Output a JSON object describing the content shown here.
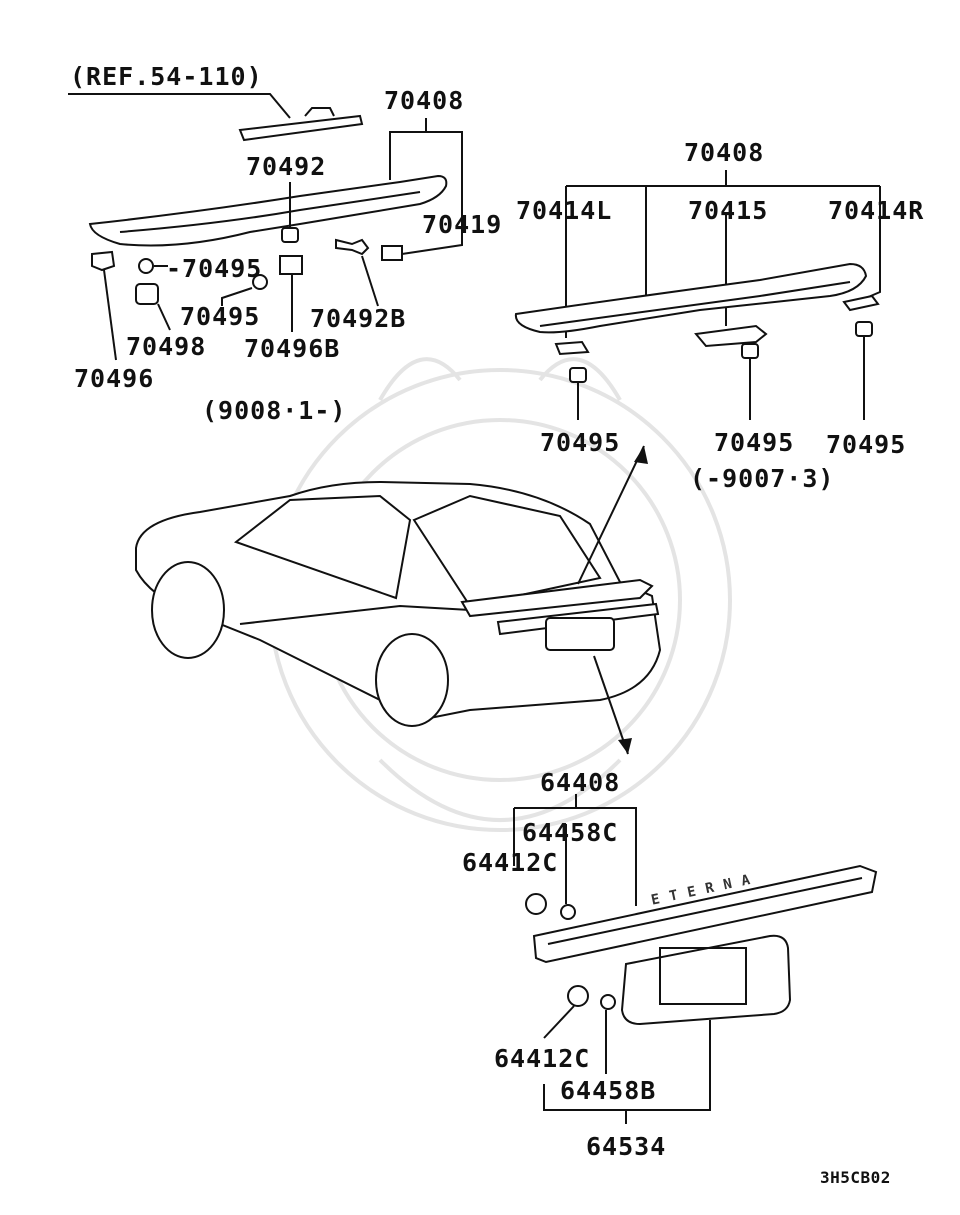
{
  "diagram": {
    "code": "3H5CB02",
    "ref_label": "(REF.54-110)",
    "notes": {
      "left_date": "(9008·1-)",
      "right_date": "(-9007·3)"
    },
    "left_spoiler": {
      "assembly": "70408",
      "parts": {
        "p70492": "70492",
        "p70419": "70419",
        "p70495_a": "-70495",
        "p70495_b": "70495",
        "p70492B": "70492B",
        "p70498": "70498",
        "p70496B": "70496B",
        "p70496": "70496"
      }
    },
    "right_spoiler": {
      "assembly": "70408",
      "parts": {
        "p70414L": "70414L",
        "p70415": "70415",
        "p70414R": "70414R",
        "p70495_1": "70495",
        "p70495_2": "70495",
        "p70495_3": "70495"
      }
    },
    "garnish": {
      "assembly": "64408",
      "emblem_text": "ETERNA",
      "parts": {
        "p64458C": "64458C",
        "p64412C_top": "64412C",
        "p64412C_bottom": "64412C",
        "p64458B": "64458B",
        "p64534": "64534"
      }
    }
  }
}
